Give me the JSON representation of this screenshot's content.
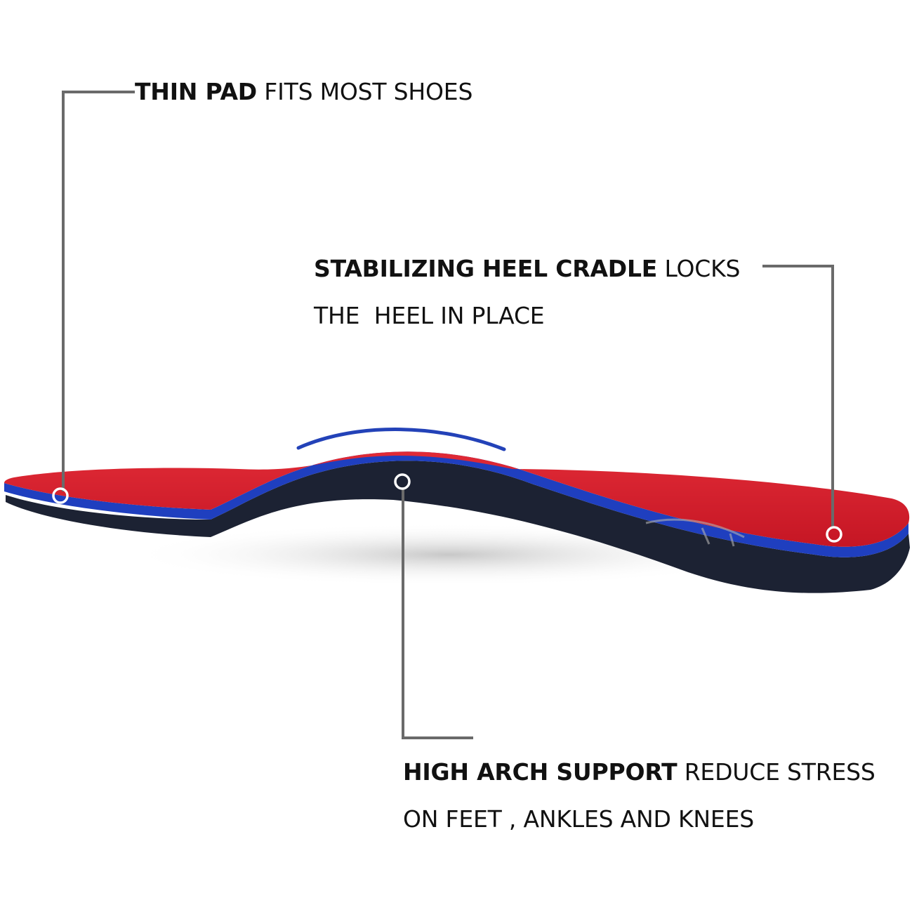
{
  "callouts": {
    "thin_pad": {
      "bold": "THIN PAD",
      "rest": " FITS MOST SHOES"
    },
    "heel_cradle": {
      "line1_bold": "STABILIZING HEEL CRADLE",
      "line1_rest": " LOCKS",
      "line2": "THE  HEEL IN PLACE"
    },
    "arch_support": {
      "line1_bold": "HIGH ARCH SUPPORT",
      "line1_rest": " REDUCE STRESS",
      "line2": "ON FEET , ANKLES AND KNEES"
    }
  },
  "colors": {
    "top_layer": "#d51e2b",
    "mid_layer": "#1f3fbf",
    "base_layer": "#1c2233",
    "leader_line": "#6a6a6a"
  }
}
